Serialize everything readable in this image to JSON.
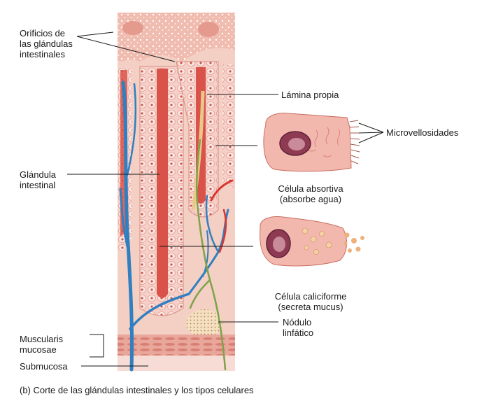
{
  "labels": {
    "orificios": [
      "Orificios de",
      "las glándulas",
      "intestinales"
    ],
    "lamina_propia": "Lámina propia",
    "microvellosidades": "Microvellosidades",
    "glandula": [
      "Glándula",
      "intestinal"
    ],
    "celula_absortiva": [
      "Célula absortiva",
      "(absorbe agua)"
    ],
    "celula_caliciforme": [
      "Célula caliciforme",
      "(secreta mucus)"
    ],
    "nodulo": [
      "Nódulo",
      "linfático"
    ],
    "muscularis": [
      "Muscularis",
      "mucosae"
    ],
    "submucosa": "Submucosa"
  },
  "caption": "(b) Corte de las glándulas intestinales y los tipos celulares",
  "colors": {
    "tissue_base": "#f3c9bf",
    "tissue_pink": "#ec9f93",
    "gland_red": "#d9534a",
    "gland_wall": "#f0b4ac",
    "vein_blue": "#2f7fc1",
    "artery_red": "#d8352e",
    "nerve_green": "#7ea24a",
    "lacteal_yellow": "#e8c98a",
    "node_fill": "#f2dcb8"
  }
}
